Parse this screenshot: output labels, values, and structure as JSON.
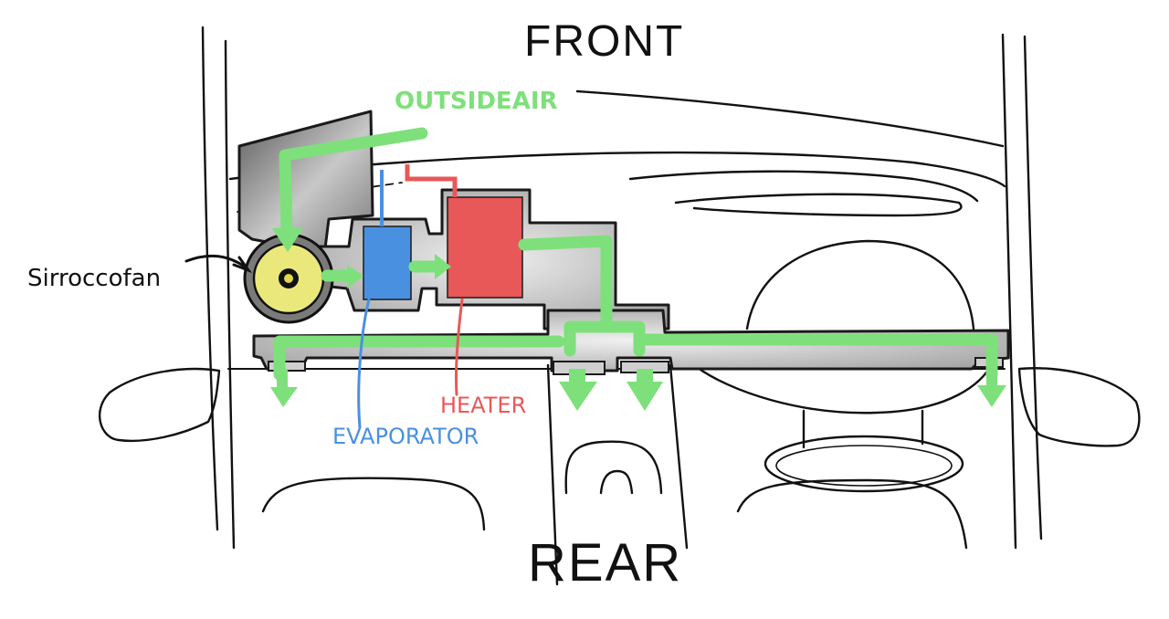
{
  "labels": {
    "front": "FRONT",
    "rear": "REAR",
    "outside_air": "OUTSIDEAIR",
    "sirrocco_fan": "Sirroccofan",
    "evaporator": "EVAPORATOR",
    "heater": "HEATER"
  },
  "colors": {
    "airflow": "#7ee07a",
    "heater": "#e85858",
    "evaporator": "#4a90e0",
    "fan": "#eae87a",
    "duct_shadow": "#9a9a9a",
    "ink": "#111111"
  },
  "icons": [
    "airflow-arrow-icon",
    "fan-hub-icon"
  ]
}
